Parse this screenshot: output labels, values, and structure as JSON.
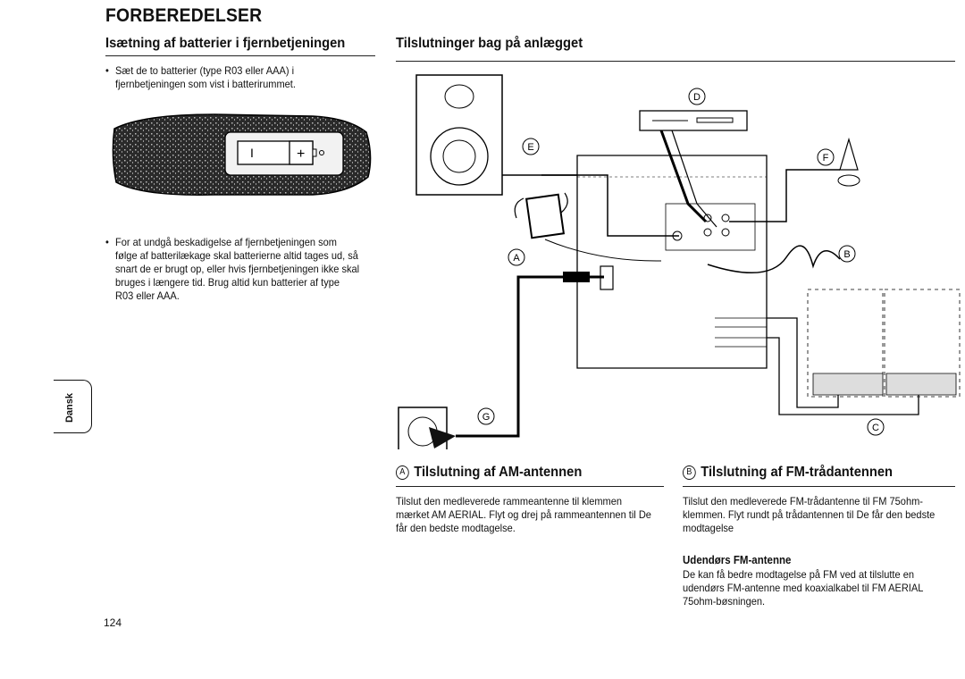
{
  "page_title": "FORBEREDELSER",
  "left_section": {
    "heading": "Isætning af batterier i fjernbetjeningen",
    "bullet1": "Sæt de to batterier (type R03 eller AAA) i fjernbetjeningen som vist i batterirummet.",
    "bullet2": "For at undgå beskadigelse af fjernbetjeningen som følge af batterilækage skal batterierne altid tages ud, så snart de er brugt op, eller hvis fjernbetjeningen ikke skal bruges i længere tid. Brug altid kun batterier af type R03 eller AAA.",
    "battery_minus": "I",
    "battery_plus": "+"
  },
  "right_section": {
    "heading": "Tilslutninger bag på anlægget",
    "labels": {
      "a": "A",
      "b": "B",
      "c": "C",
      "d": "D",
      "e": "E",
      "f": "F",
      "g": "G"
    }
  },
  "am_section": {
    "letter": "A",
    "heading": "Tilslutning af AM-antennen",
    "text": "Tilslut den medleverede rammeantenne til klemmen mærket AM AERIAL. Flyt og drej på rammeantennen til De får den bedste modtagelse."
  },
  "fm_section": {
    "letter": "B",
    "heading": "Tilslutning af FM-trådantennen",
    "text": "Tilslut den medleverede FM-trådantenne til FM 75ohm-klemmen. Flyt rundt på trådantennen til De får den bedste modtagelse",
    "sub_heading": "Udendørs FM-antenne",
    "sub_text": "De kan få bedre modtagelse på FM ved at tilslutte en udendørs FM-antenne med koaxialkabel til FM AERIAL 75ohm-bøsningen."
  },
  "side_tab": "Dansk",
  "page_number": "124"
}
